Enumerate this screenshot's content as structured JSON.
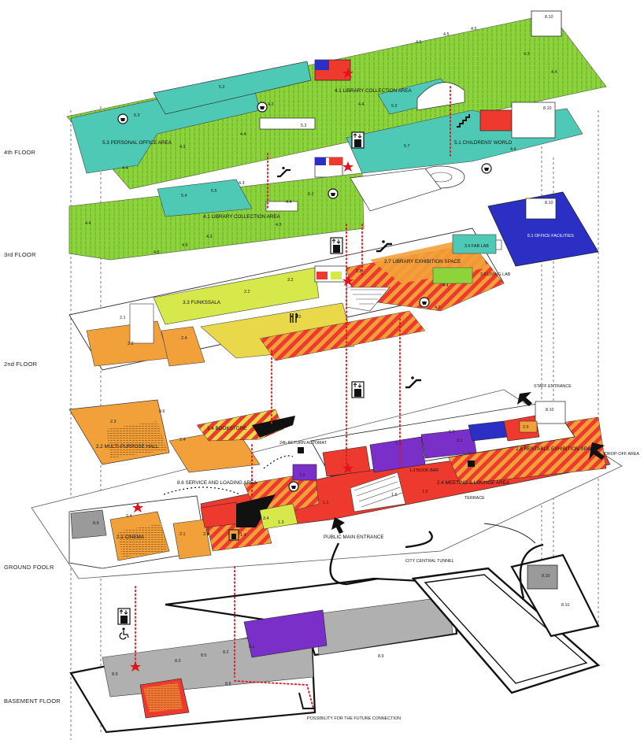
{
  "floors": {
    "fourth": "4th FLOOR",
    "third": "3rd FLOOR",
    "second": "2nd FLOOR",
    "ground": "GROUND FOOLR",
    "basement": "BASEMENT FLOOR"
  },
  "labels": {
    "l_4_1_top": "4.1 LIBRARY COLLECTION AREA",
    "l_5_3": "5.3 PERSONAL OFFICE AREA",
    "l_5_1": "5.1 CHILDRENS' WORLD",
    "l_4_1_third": "4.1 LIBRARY COLLECTION AREA",
    "l_6_1": "6.1 OFFICE FACILITIES",
    "l_3_6": "3.6 FAB LAB",
    "l_2_7": "2.7 LIBRARY EXHIBITION SPACE",
    "l_3_8": "3.8 LIVING LAB",
    "l_3_3": "3.3 FUNKSSALA",
    "l_2_4_bookstore": "2.4 BOOKSTORE",
    "l_2_2": "2.2 MULTI-PURPOSE HALL",
    "l_24h": "24h RETURN AUTOMAT",
    "l_1_3": "1.3 BOOK BAR",
    "l_2_8": "2.8 RENTABLE EXHIBITION SPACE",
    "l_dropoff": "DROP-OFF AREA",
    "l_staff": "STAFF ENTRANCE",
    "l_8_6": "8.6 SERVICE AND LOADING AREA",
    "l_2_4_meeting": "2.4 MEETING & LOUNGE AREA",
    "l_terrace": "TERRACE",
    "l_2_1": "2.1 CINEMA",
    "l_public": "PUBLIC MAIN ENTRANCE",
    "l_tunnel": "CITY CENTRAL TUNNEL",
    "l_future": "POSSIBILITY FOR THE FUTURE CONNECTION"
  },
  "room_numbers": {
    "r810a": "8.10",
    "r45a": "4.5",
    "r45b": "4.5",
    "r45c": "4.5",
    "r43a": "4.3",
    "r44a": "4.4",
    "r52a": "5.2",
    "r42a": "4.2",
    "r44b": "4.4",
    "r52b": "5.2",
    "r53": "5.3",
    "r43b": "4.3",
    "r44c": "4.4",
    "r52c": "5.2",
    "r57": "5.7",
    "r810b": "8.10",
    "r44d": "4.4",
    "r44e": "4.4",
    "r54": "5.4",
    "r55": "5.5",
    "r43c": "4.3",
    "r62": "6.2",
    "r44f": "4.4",
    "r44g": "4.4",
    "r45d": "4.5",
    "r45e": "4.5",
    "r43d": "4.3",
    "r43e": "4.3",
    "r810c": "8.10",
    "r32": "3.2",
    "r22": "2.2",
    "r28": "2.8",
    "r44h": "4.4",
    "r42b": "4.2",
    "r12": "1.2",
    "r21": "2.1",
    "r22b": "2.2",
    "r24a": "2.4",
    "r86": "8.6",
    "r23": "2.3",
    "r24b": "2.4",
    "r810d": "8.10",
    "r29": "2.9",
    "r31": "3.1",
    "r71": "7.1",
    "r61": "6.1",
    "r72": "7.2",
    "r11": "1.1",
    "r16": "1.6",
    "r15": "1.5",
    "r34": "3.4",
    "r13": "1.3",
    "r14": "1.4",
    "r89a": "8.9",
    "r24c": "2.4",
    "r21b": "2.1",
    "r24d": "2.4",
    "r810e": "8.10",
    "r810f": "8.10",
    "r81": "8.1",
    "r83": "8.3",
    "r85": "8.5",
    "r82": "8.2",
    "r89b": "8.9",
    "r89c": "8.9",
    "r88": "8.8"
  },
  "colors": {
    "green": "#8dd33b",
    "teal": "#4dc9b5",
    "orange": "#f2a13a",
    "red": "#ee3a2e",
    "yellowgreen": "#d6e84a",
    "blue": "#2b2fc4",
    "purple": "#7a2fc8",
    "grey": "#9a9a9a"
  }
}
